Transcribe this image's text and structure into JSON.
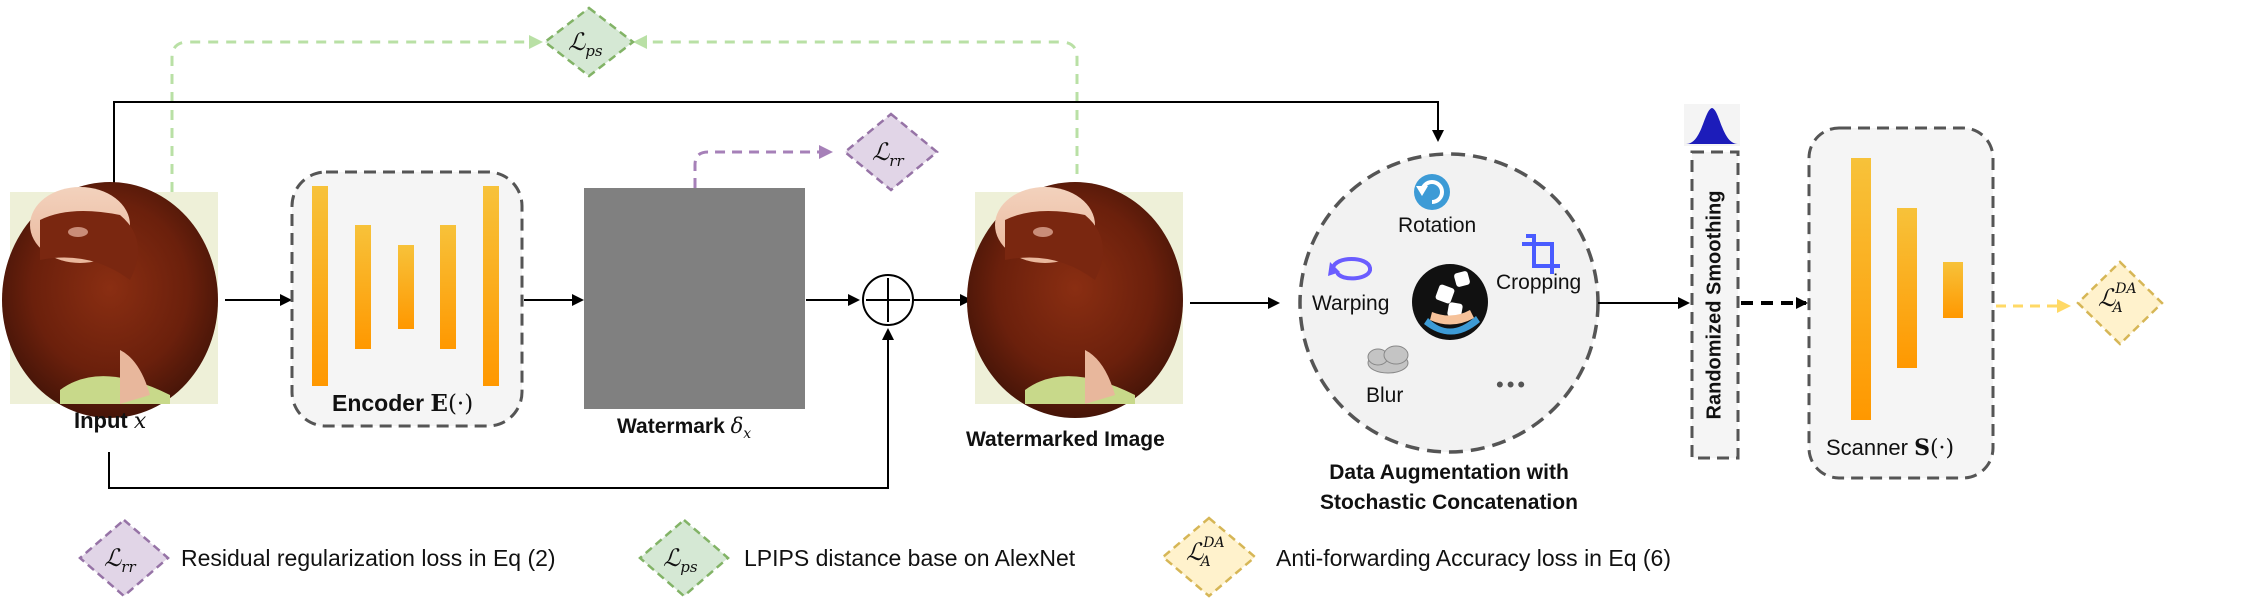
{
  "labels": {
    "input": "Input",
    "input_var": "x",
    "encoder": "Encoder",
    "encoder_fn": "E",
    "encoder_arg": "(·)",
    "watermark": "Watermark",
    "watermark_sym": "δ",
    "watermark_sub": "x",
    "watermarked": "Watermarked Image",
    "rotation": "Rotation",
    "warping": "Warping",
    "cropping": "Cropping",
    "blur": "Blur",
    "more": "•••",
    "augmentation_line1": "Data Augmentation with",
    "augmentation_line2": "Stochastic Concatenation",
    "smoothing": "Randomized Smoothing",
    "scanner": "Scanner",
    "scanner_fn": "S",
    "scanner_arg": "(·)"
  },
  "loss_symbols": {
    "ps": {
      "main": "ℒ",
      "sub": "ps"
    },
    "rr": {
      "main": "ℒ",
      "sub": "rr"
    },
    "da": {
      "main": "ℒ",
      "sub": "A",
      "sup": "DA"
    }
  },
  "legend": [
    {
      "key": "rr",
      "text": "Residual regularization loss in Eq (2)"
    },
    {
      "key": "ps",
      "text": "LPIPS distance base on AlexNet"
    },
    {
      "key": "da",
      "text": "Anti-forwarding Accuracy loss in Eq (6)"
    }
  ],
  "colors": {
    "bar_top": "#f7b733",
    "bar_bottom": "#ff9a00",
    "ps_fill": "#d5e8d4",
    "ps_stroke": "#82b366",
    "rr_fill": "#e1d5e7",
    "rr_stroke": "#9673a6",
    "da_fill": "#fff2cc",
    "da_stroke": "#d6b656",
    "watermark_gray": "#808080",
    "ps_line": "#b9e0a5",
    "rr_line": "#a680b8",
    "da_line": "#ffd966"
  }
}
